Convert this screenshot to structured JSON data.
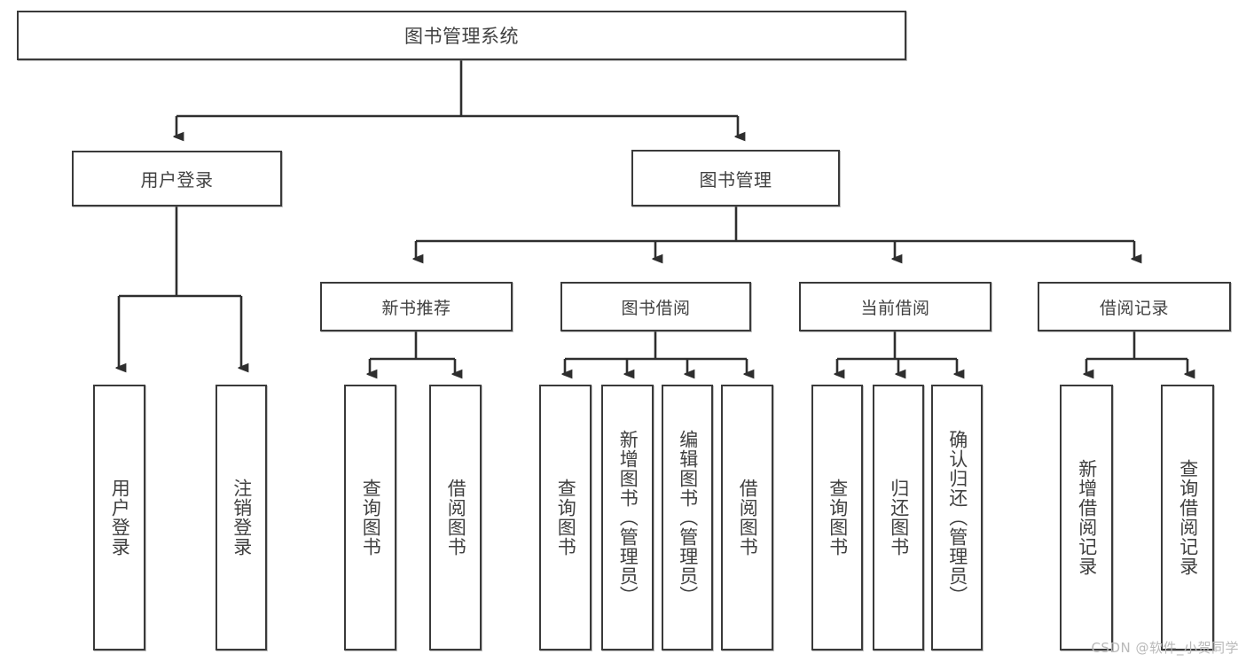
{
  "diagram": {
    "title": "图书管理系统",
    "type": "tree-hierarchy-diagram",
    "colors": {
      "box_border": "#3a3a3a",
      "box_fill": "#ffffff",
      "text": "#404040",
      "connector": "#2e2e2e",
      "watermark": "#b9b9b9",
      "background": "#ffffff"
    },
    "root": {
      "label": "图书管理系统"
    },
    "level1": [
      {
        "label": "用户登录"
      },
      {
        "label": "图书管理"
      }
    ],
    "level2": [
      {
        "label": "新书推荐"
      },
      {
        "label": "图书借阅"
      },
      {
        "label": "当前借阅"
      },
      {
        "label": "借阅记录"
      }
    ],
    "leaves": {
      "user_login": [
        {
          "label": "用户登录"
        },
        {
          "label": "注销登录"
        }
      ],
      "new_book_recommend": [
        {
          "label": "查询图书"
        },
        {
          "label": "借阅图书"
        }
      ],
      "book_borrow": [
        {
          "label": "查询图书"
        },
        {
          "label": "新增图书（管理员）"
        },
        {
          "label": "编辑图书（管理员）"
        },
        {
          "label": "借阅图书"
        }
      ],
      "current_borrow": [
        {
          "label": "查询图书"
        },
        {
          "label": "归还图书"
        },
        {
          "label": "确认归还（管理员）"
        }
      ],
      "borrow_records": [
        {
          "label": "新增借阅记录"
        },
        {
          "label": "查询借阅记录"
        }
      ]
    }
  },
  "watermark": {
    "text": "CSDN @软件_小贺同学"
  }
}
